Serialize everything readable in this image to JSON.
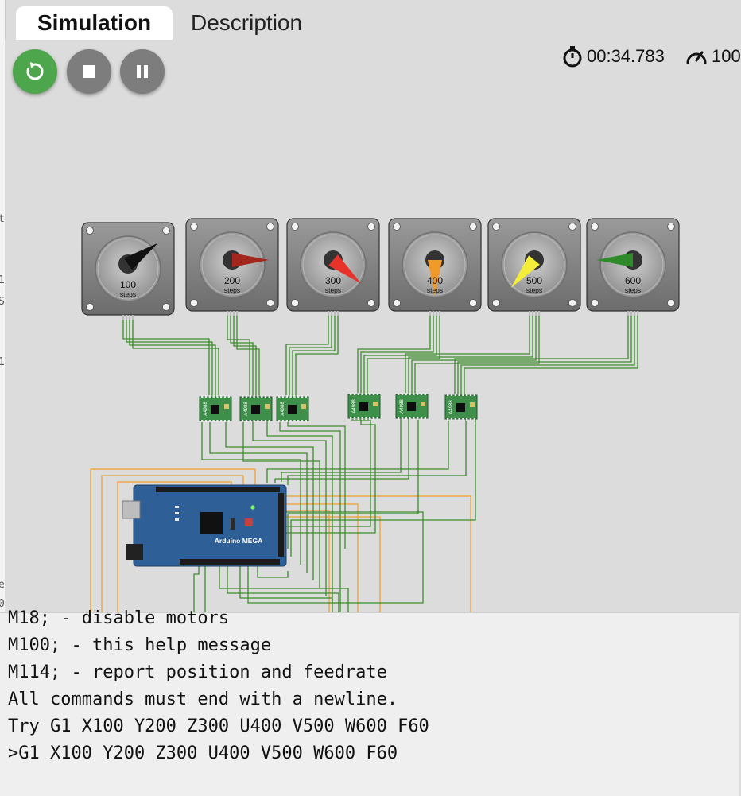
{
  "tabs": [
    {
      "label": "Simulation",
      "active": true
    },
    {
      "label": "Description",
      "active": false
    }
  ],
  "controls": {
    "restart": "restart-icon",
    "stop": "stop-icon",
    "pause": "pause-icon"
  },
  "status": {
    "elapsed": "00:34.783",
    "speed": "100"
  },
  "motors": [
    {
      "steps_value": "100",
      "unit": "steps",
      "pointer_color": "#111111"
    },
    {
      "steps_value": "200",
      "unit": "steps",
      "pointer_color": "#a3261c"
    },
    {
      "steps_value": "300",
      "unit": "steps",
      "pointer_color": "#e8332a"
    },
    {
      "steps_value": "400",
      "unit": "steps",
      "pointer_color": "#f09a2a"
    },
    {
      "steps_value": "500",
      "unit": "steps",
      "pointer_color": "#f4ee3a"
    },
    {
      "steps_value": "600",
      "unit": "steps",
      "pointer_color": "#2f8a2a"
    }
  ],
  "drivers": [
    {
      "label": "A4988"
    },
    {
      "label": "A4988"
    },
    {
      "label": "A4988"
    },
    {
      "label": "A4988"
    },
    {
      "label": "A4988"
    },
    {
      "label": "A4988"
    }
  ],
  "board": {
    "label": "Arduino MEGA"
  },
  "serial_monitor": {
    "lines": [
      "M18; - disable motors",
      "M100; - this help message",
      "M114; - report position and feedrate",
      "All commands must end with a newline.",
      "Try G1 X100 Y200 Z300 U400 V500 W600 F60",
      ">G1 X100 Y200 Z300 U400 V500 W600 F60"
    ]
  },
  "colors": {
    "wire_green": "#3c8c2c",
    "wire_orange": "#f0a030",
    "board_blue": "#2e5f96",
    "driver_green": "#3d8f4a"
  }
}
